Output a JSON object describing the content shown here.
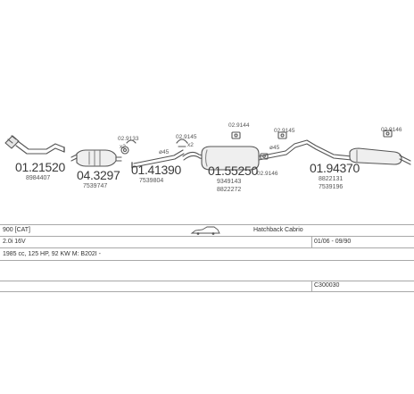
{
  "parts": [
    {
      "id": "p1",
      "number": "01.21520",
      "refs": [
        "8984407"
      ]
    },
    {
      "id": "p2",
      "number": "04.3297",
      "refs": [
        "7539747"
      ]
    },
    {
      "id": "p3",
      "number": "01.41390",
      "refs": [
        "7539804"
      ]
    },
    {
      "id": "p4",
      "number": "01.55250",
      "refs": [
        "9349143",
        "8822272"
      ]
    },
    {
      "id": "p5",
      "number": "01.94370",
      "refs": [
        "8822131",
        "7539196"
      ]
    }
  ],
  "accessories": {
    "a1": "02.9133",
    "a2": "02.9145",
    "a3": "02.9144",
    "a4": "02.9146",
    "a5": "02.9146",
    "a6": "02.9145"
  },
  "annotations": {
    "x2_left": "x2",
    "x2_right": "x2",
    "x45_a": "ø45",
    "x45_b": "ø45"
  },
  "vehicle": {
    "model": "900 [CAT]",
    "body": "Hatchback Cabrio",
    "engine": "2.0i 16V",
    "period": "01/06 - 09/90",
    "spec": "1985 cc, 125 HP, 92 KW M: B202I -",
    "catalog_code": "C300030"
  }
}
